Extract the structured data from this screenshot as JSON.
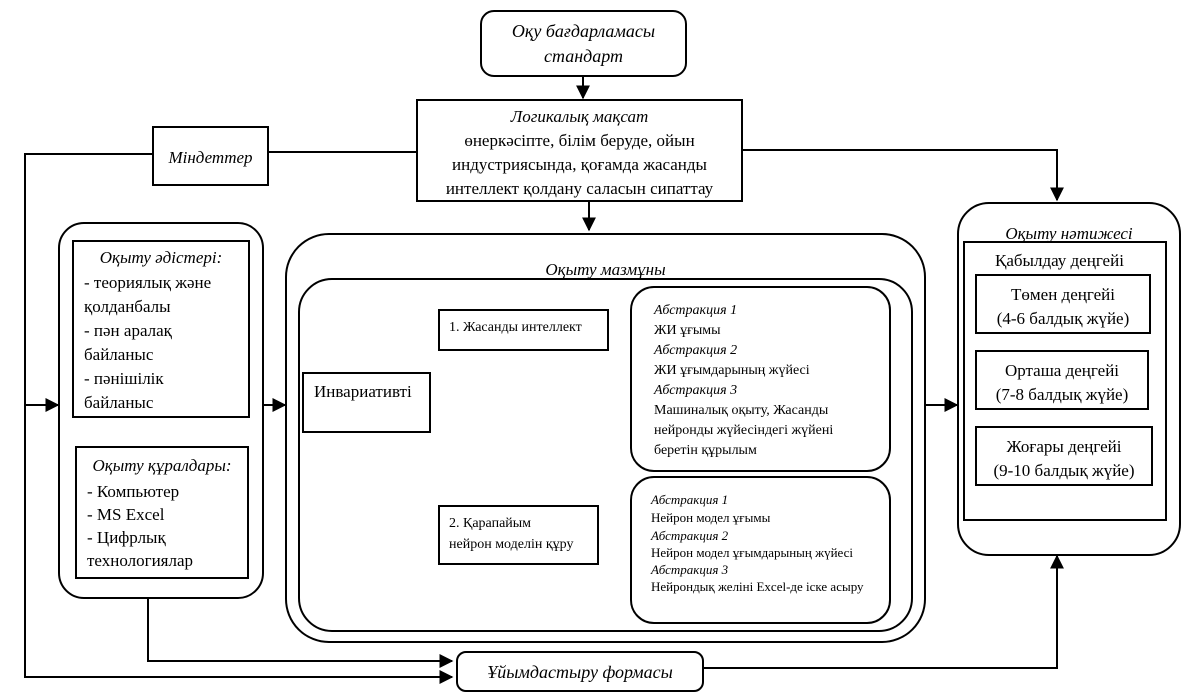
{
  "standard": {
    "line1": "Оқу бағдарламасы",
    "line2": "стандарт"
  },
  "goal": {
    "title": "Логикалық мақсат",
    "lines": [
      "өнеркәсіпте, білім беруде, ойын",
      "индустриясында, қоғамда жасанды",
      "интеллект қолдану саласын сипаттау"
    ]
  },
  "tasks": {
    "label": "Міндеттер"
  },
  "methods": {
    "title": "Оқыту әдістері:",
    "lines": [
      "- теориялық және",
      "қолданбалы",
      "- пән аралақ",
      "байланыс",
      "- пәнішілік",
      "байланыс"
    ]
  },
  "tools": {
    "title": "Оқыту құралдары:",
    "lines": [
      "- Компьютер",
      "- MS Excel",
      "- Цифрлық",
      "технологиялар"
    ]
  },
  "content": {
    "title": "Оқыту мазмұны",
    "invariant": "Инвариативті",
    "branch1": "1. Жасанды интеллект",
    "branch2": {
      "line1": "2. Қарапайым",
      "line2": "нейрон моделін құру"
    },
    "abstractions1": [
      {
        "label": "Абстракция 1",
        "text": [
          "ЖИ ұғымы"
        ]
      },
      {
        "label": "Абстракция 2",
        "text": [
          "ЖИ ұғымдарының жүйесі"
        ]
      },
      {
        "label": "Абстракция 3",
        "text": [
          "Машиналық оқыту, Жасанды",
          "нейронды жүйесіндегі жүйені",
          "беретін құрылым"
        ]
      }
    ],
    "abstractions2": [
      {
        "label": "Абстракция 1",
        "text": [
          "Нейрон модел ұғымы"
        ]
      },
      {
        "label": "Абстракция 2",
        "text": [
          "Нейрон модел ұғымдарының жүйесі"
        ]
      },
      {
        "label": "Абстракция 3",
        "text": [
          "Нейрондық желіні Excel-де іске асыру"
        ]
      }
    ]
  },
  "results": {
    "title": "Оқыту нәтижесі",
    "levels_title": "Қабылдау деңгейі",
    "levels": [
      {
        "name": "Төмен деңгейі",
        "scale": "(4-6 балдық жүйе)"
      },
      {
        "name": "Орташа деңгейі",
        "scale": "(7-8 балдық жүйе)"
      },
      {
        "name": "Жоғары деңгейі",
        "scale": "(9-10 балдық жүйе)"
      }
    ]
  },
  "forms": {
    "label": "Ұйымдастыру формасы"
  }
}
